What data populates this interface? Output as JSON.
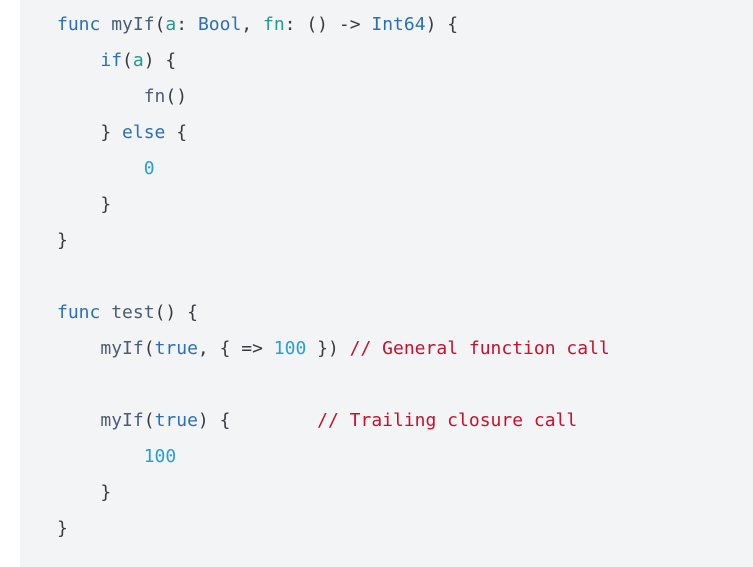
{
  "code": {
    "language": "Cangjie",
    "lines": [
      [
        {
          "t": "func",
          "c": "kw"
        },
        {
          "t": " ",
          "c": "pun"
        },
        {
          "t": "myIf",
          "c": "fn"
        },
        {
          "t": "(",
          "c": "pun"
        },
        {
          "t": "a",
          "c": "param"
        },
        {
          "t": ": ",
          "c": "pun"
        },
        {
          "t": "Bool",
          "c": "type"
        },
        {
          "t": ", ",
          "c": "pun"
        },
        {
          "t": "fn",
          "c": "param"
        },
        {
          "t": ": () -> ",
          "c": "pun"
        },
        {
          "t": "Int64",
          "c": "type"
        },
        {
          "t": ") {",
          "c": "pun"
        }
      ],
      [
        {
          "t": "    ",
          "c": "pun"
        },
        {
          "t": "if",
          "c": "kw"
        },
        {
          "t": "(",
          "c": "pun"
        },
        {
          "t": "a",
          "c": "param"
        },
        {
          "t": ") {",
          "c": "pun"
        }
      ],
      [
        {
          "t": "        ",
          "c": "pun"
        },
        {
          "t": "fn",
          "c": "fn"
        },
        {
          "t": "()",
          "c": "pun"
        }
      ],
      [
        {
          "t": "    } ",
          "c": "pun"
        },
        {
          "t": "else",
          "c": "kw"
        },
        {
          "t": " {",
          "c": "pun"
        }
      ],
      [
        {
          "t": "        ",
          "c": "pun"
        },
        {
          "t": "0",
          "c": "num"
        }
      ],
      [
        {
          "t": "    }",
          "c": "pun"
        }
      ],
      [
        {
          "t": "}",
          "c": "pun"
        }
      ],
      [],
      [
        {
          "t": "func",
          "c": "kw"
        },
        {
          "t": " ",
          "c": "pun"
        },
        {
          "t": "test",
          "c": "fn"
        },
        {
          "t": "() {",
          "c": "pun"
        }
      ],
      [
        {
          "t": "    ",
          "c": "pun"
        },
        {
          "t": "myIf",
          "c": "fn"
        },
        {
          "t": "(",
          "c": "pun"
        },
        {
          "t": "true",
          "c": "bool"
        },
        {
          "t": ", { => ",
          "c": "pun"
        },
        {
          "t": "100",
          "c": "num"
        },
        {
          "t": " }) ",
          "c": "pun"
        },
        {
          "t": "// General function call",
          "c": "cmt"
        }
      ],
      [],
      [
        {
          "t": "    ",
          "c": "pun"
        },
        {
          "t": "myIf",
          "c": "fn"
        },
        {
          "t": "(",
          "c": "pun"
        },
        {
          "t": "true",
          "c": "bool"
        },
        {
          "t": ") {        ",
          "c": "pun"
        },
        {
          "t": "// Trailing closure call",
          "c": "cmt"
        }
      ],
      [
        {
          "t": "        ",
          "c": "pun"
        },
        {
          "t": "100",
          "c": "num"
        }
      ],
      [
        {
          "t": "    }",
          "c": "pun"
        }
      ],
      [
        {
          "t": "}",
          "c": "pun"
        }
      ]
    ]
  }
}
